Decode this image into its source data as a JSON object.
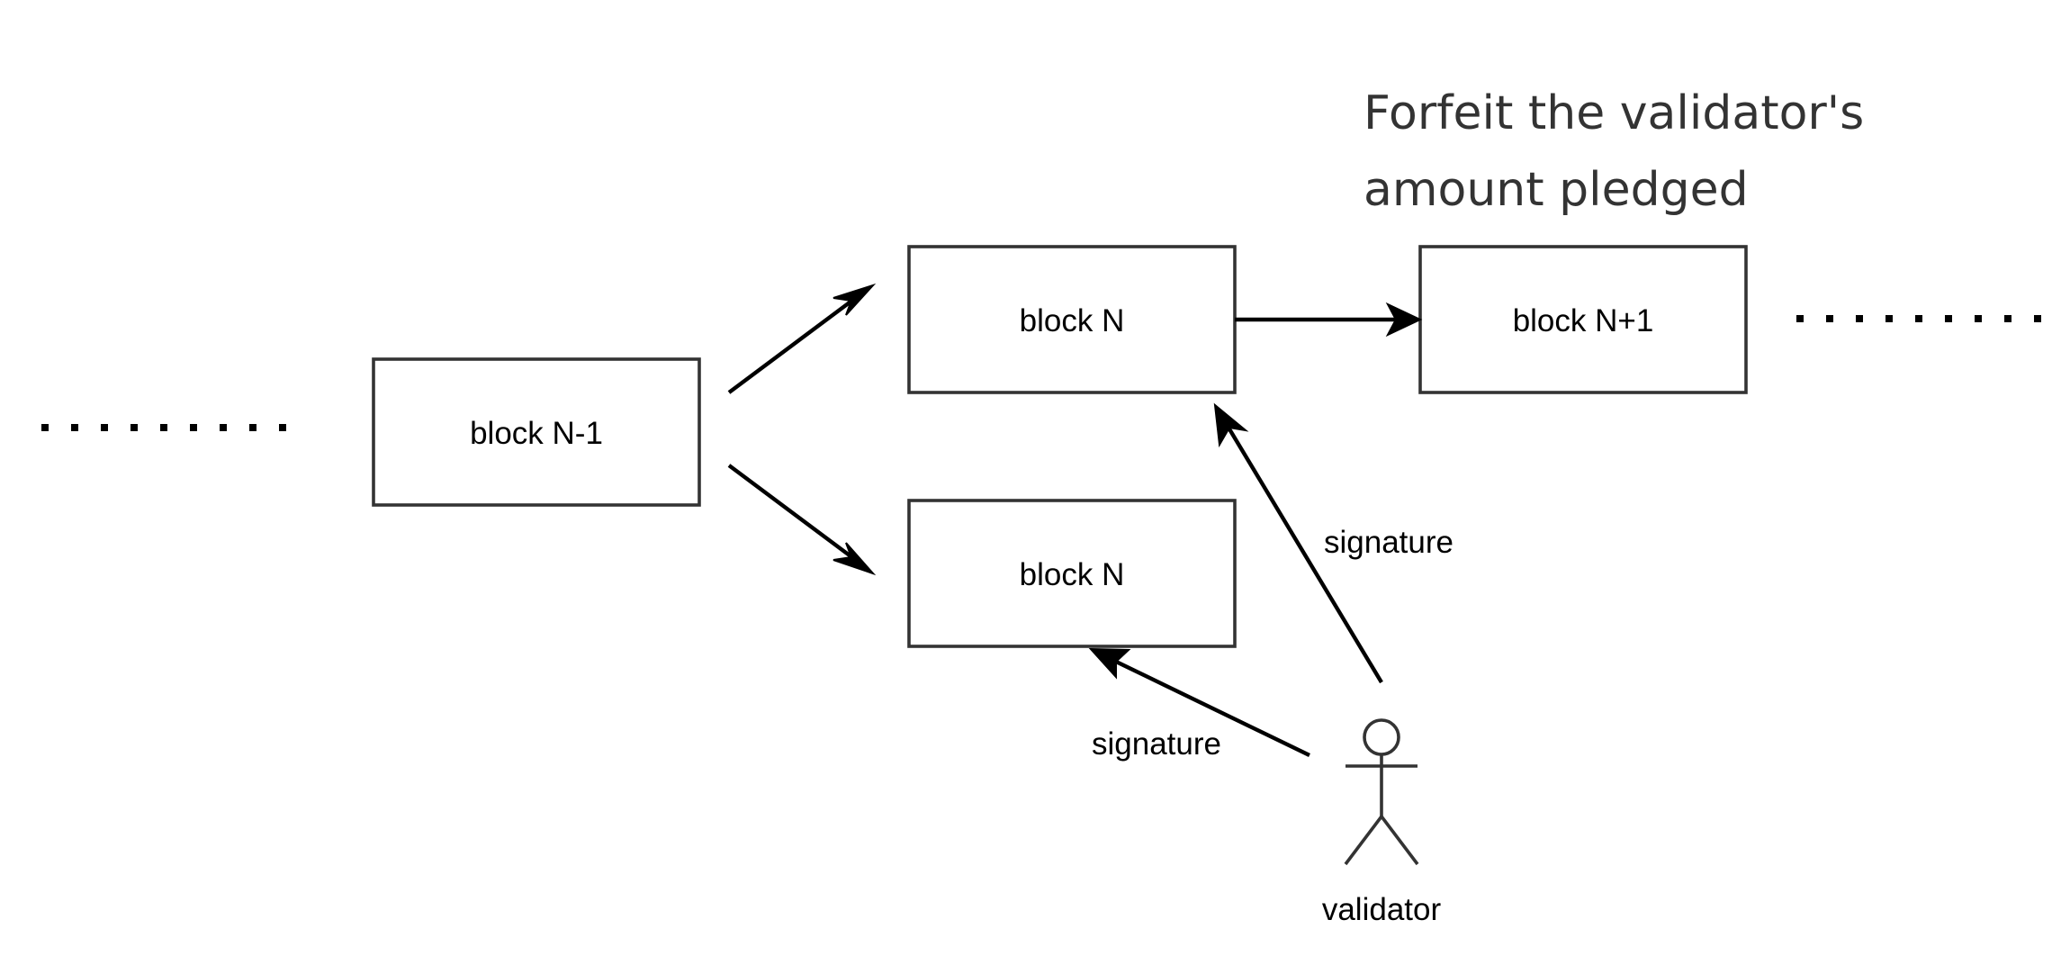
{
  "diagram": {
    "nodes": {
      "block_prev": {
        "label": "block N-1"
      },
      "block_n_main": {
        "label": "block N"
      },
      "block_n_fork": {
        "label": "block N"
      },
      "block_next": {
        "label": "block N+1"
      }
    },
    "edges": {
      "signature_main": {
        "label": "signature"
      },
      "signature_fork": {
        "label": "signature"
      }
    },
    "actor": {
      "label": "validator"
    },
    "note": {
      "line1": "Forfeit the validator's",
      "line2": "amount pledged"
    },
    "ellipsis": {
      "left": "· · · · · · · · ·",
      "right": "· · · · · · · · ·"
    },
    "colors": {
      "stroke": "#333333",
      "arrow": "#000000",
      "background": "#ffffff",
      "note_text": "#333333"
    }
  }
}
